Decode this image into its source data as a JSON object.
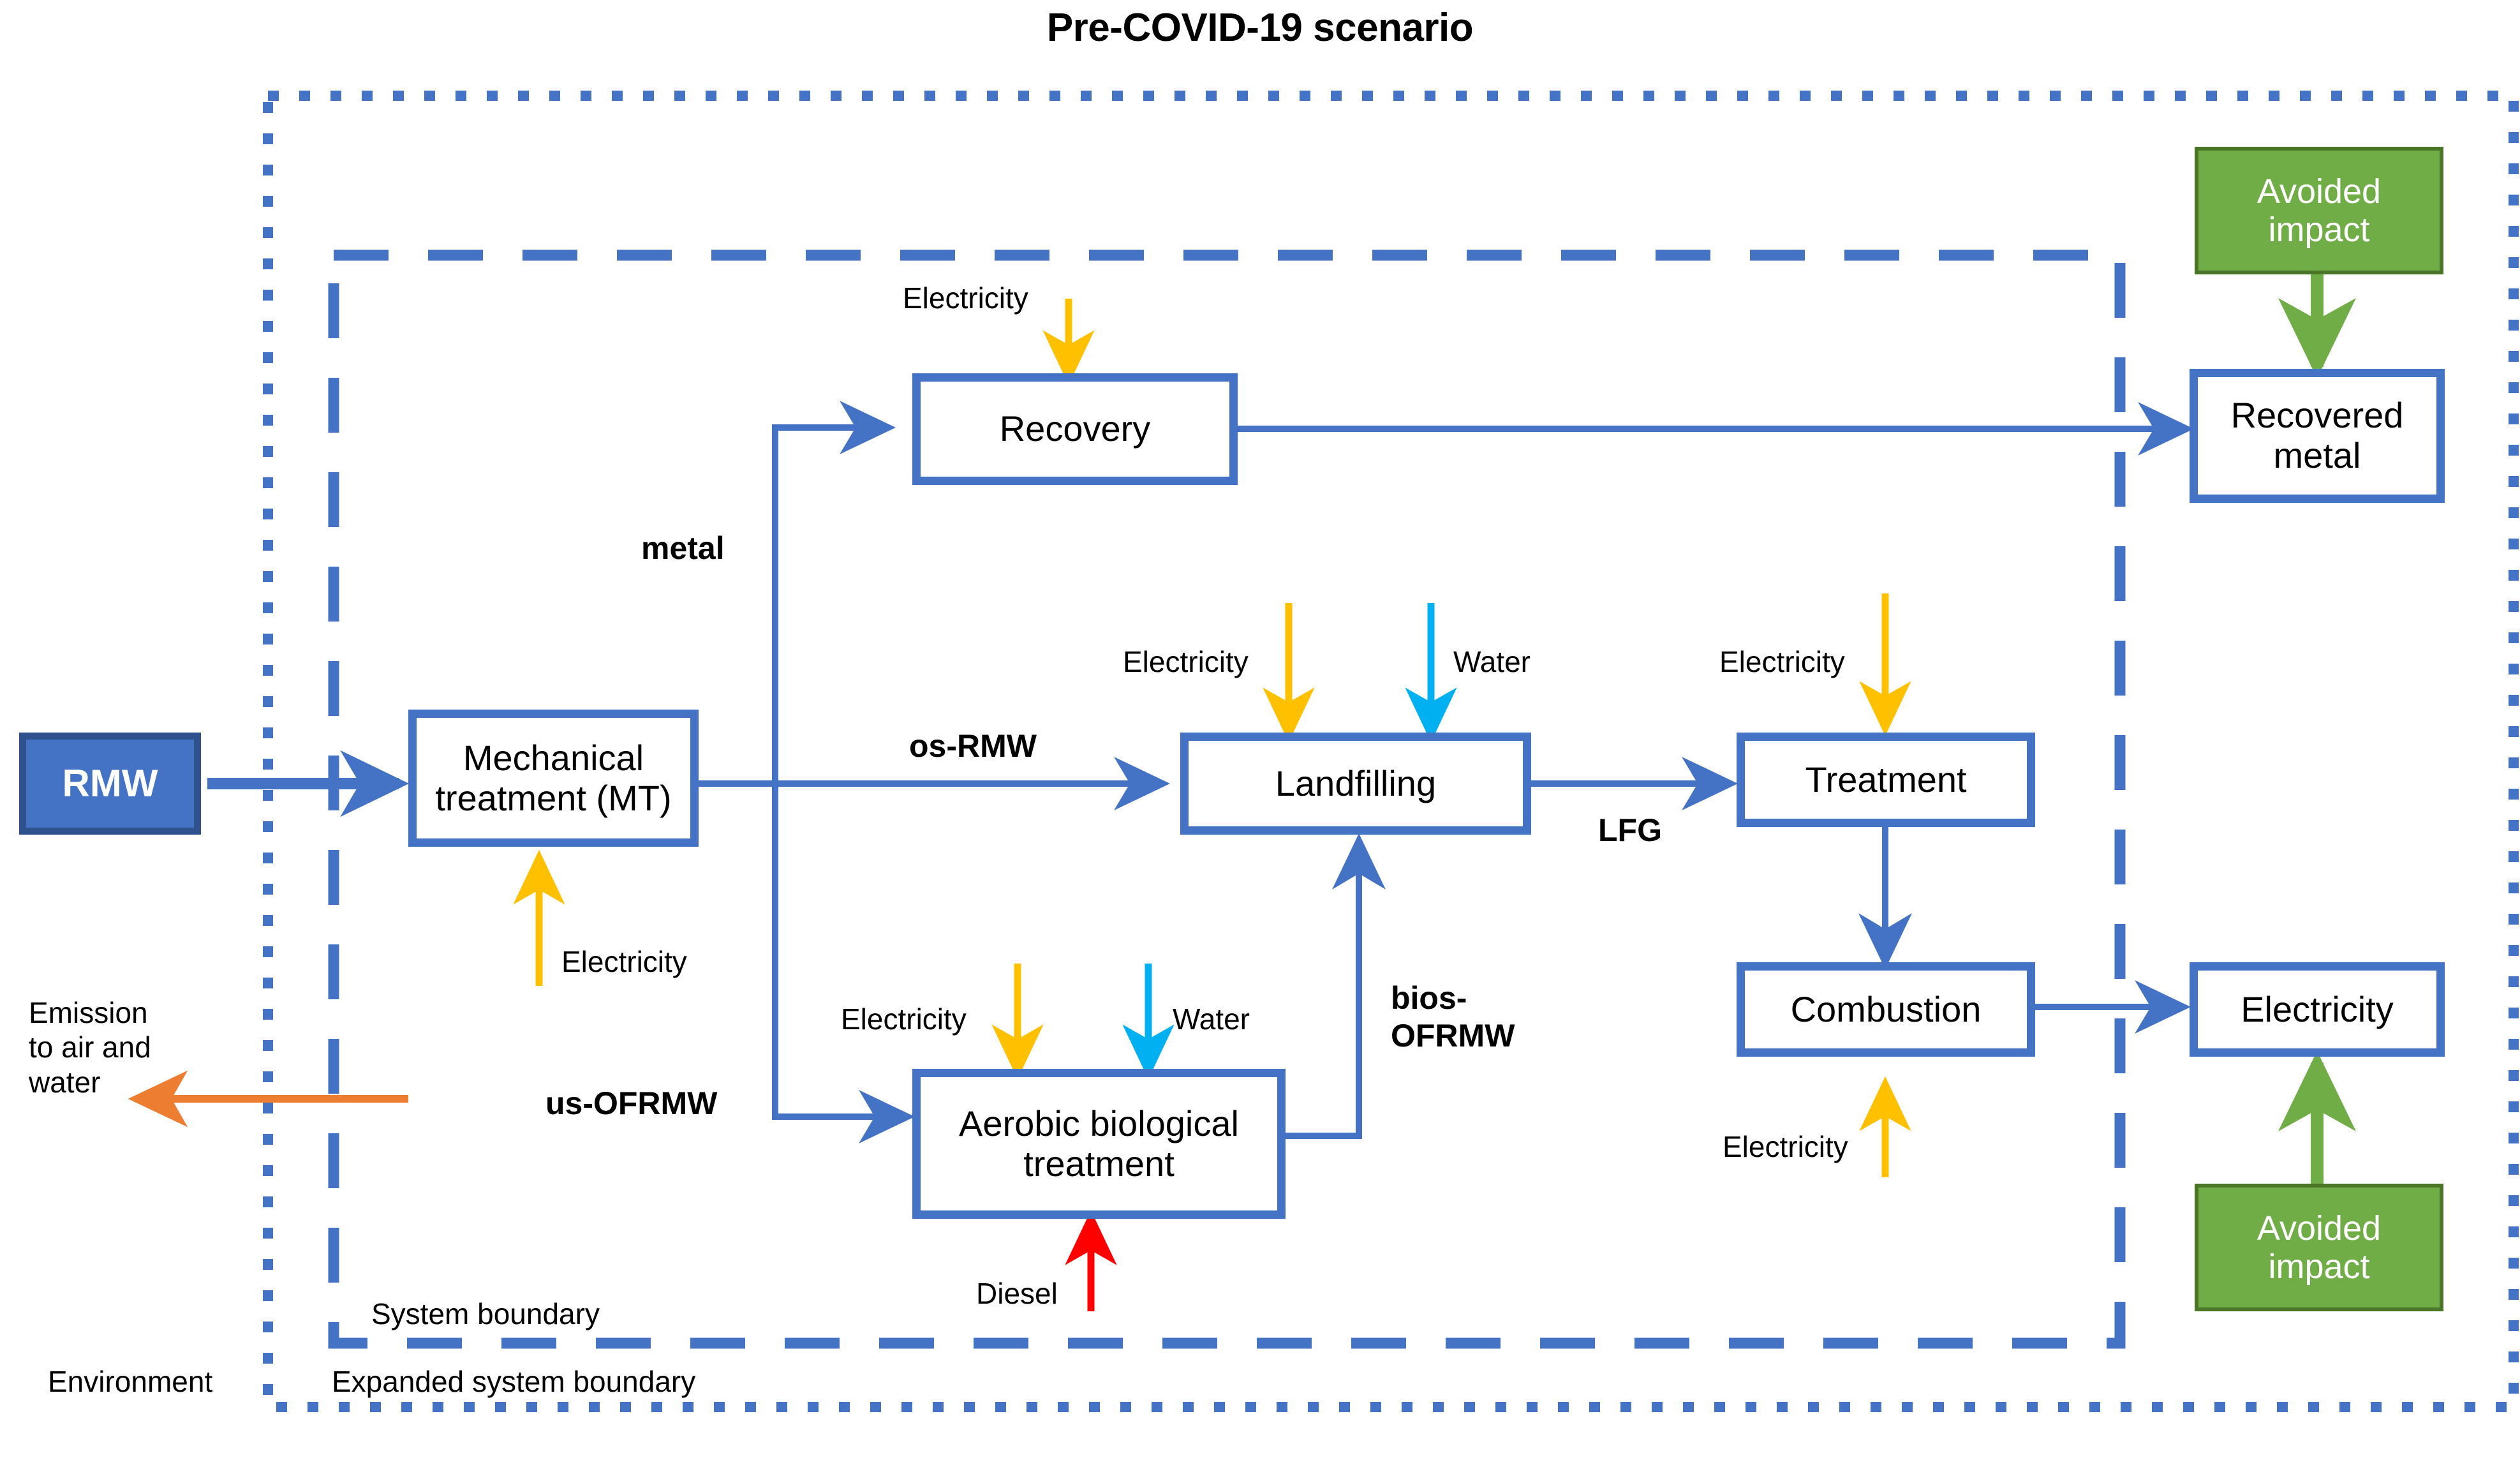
{
  "title": "Pre-COVID-19 scenario",
  "colors": {
    "process_blue": "#4472c4",
    "rmw_fill": "#4472c4",
    "rmw_border": "#2f528f",
    "avoided_green": "#70ad47",
    "avoided_green_border": "#4a7526",
    "electricity_orange": "#ffc000",
    "water_cyan": "#00b0f0",
    "diesel_red": "#ff0000",
    "emission_orange": "#ed7d31",
    "boundary_blue": "#4472c4",
    "text_black": "#000000"
  },
  "boundaries": {
    "expanded_system_boundary": {
      "label": "Expanded system boundary",
      "style": "dotted"
    },
    "system_boundary": {
      "label": "System boundary",
      "style": "dashed"
    },
    "environment": {
      "label": "Environment"
    }
  },
  "nodes": {
    "rmw": {
      "label": "RMW",
      "type": "input-box"
    },
    "mechanical_treatment": {
      "label": "Mechanical\ntreatment (MT)",
      "type": "process"
    },
    "recovery": {
      "label": "Recovery",
      "type": "process"
    },
    "landfilling": {
      "label": "Landfilling",
      "type": "process"
    },
    "aerobic_biological_treatment": {
      "label": "Aerobic biological\ntreatment",
      "type": "process"
    },
    "treatment": {
      "label": "Treatment",
      "type": "process"
    },
    "combustion": {
      "label": "Combustion",
      "type": "process"
    },
    "recovered_metal": {
      "label": "Recovered\nmetal",
      "type": "product"
    },
    "electricity_product": {
      "label": "Electricity",
      "type": "product"
    },
    "avoided_impact_metal": {
      "label": "Avoided\nimpact",
      "type": "avoided"
    },
    "avoided_impact_electricity": {
      "label": "Avoided\nimpact",
      "type": "avoided"
    }
  },
  "flow_labels": {
    "metal": "metal",
    "os_rmw": "os-RMW",
    "us_ofrmw": "us-OFRMW",
    "bios_ofrmw": "bios-\nOFRMW",
    "lfg": "LFG",
    "emission": "Emission\nto air and\nwater"
  },
  "inputs": {
    "electricity_mt": "Electricity",
    "electricity_recovery": "Electricity",
    "electricity_landfilling": "Electricity",
    "water_landfilling": "Water",
    "electricity_abt": "Electricity",
    "water_abt": "Water",
    "diesel_abt": "Diesel",
    "electricity_treatment": "Electricity",
    "electricity_combustion": "Electricity"
  }
}
